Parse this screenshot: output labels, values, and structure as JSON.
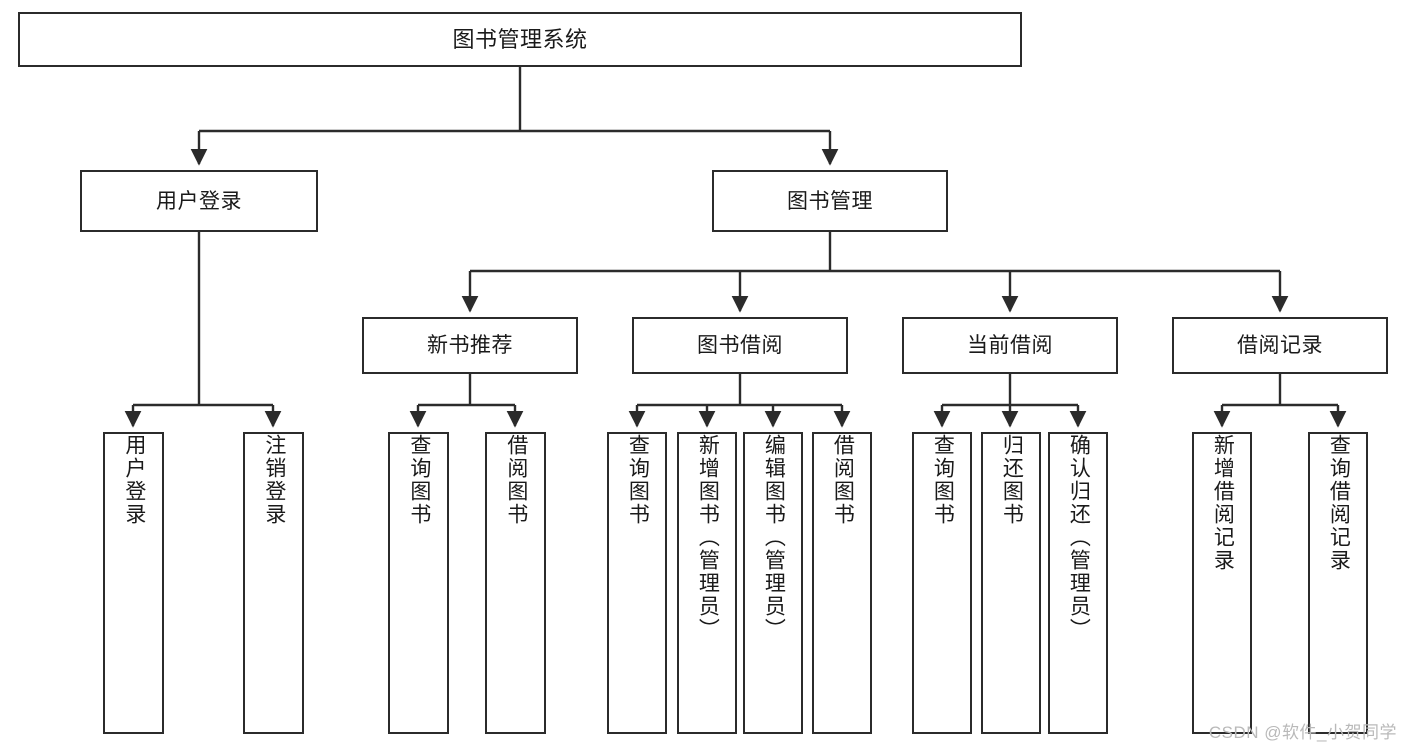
{
  "diagram": {
    "title": "图书管理系统",
    "type": "tree-hierarchy",
    "orientation": "top-down",
    "colors": {
      "box_border": "#2b2b2b",
      "box_fill": "#ffffff",
      "edge": "#2b2b2b",
      "text": "#1a1a1a",
      "watermark": "#b9b9b9",
      "background": "#ffffff"
    }
  },
  "nodes": {
    "root": {
      "label": "图书管理系统"
    },
    "level2": [
      {
        "id": "user-login",
        "label": "用户登录"
      },
      {
        "id": "book-manage",
        "label": "图书管理"
      }
    ],
    "level3": [
      {
        "id": "new-book-recommend",
        "label": "新书推荐"
      },
      {
        "id": "book-borrow",
        "label": "图书借阅"
      },
      {
        "id": "current-borrow",
        "label": "当前借阅"
      },
      {
        "id": "borrow-record",
        "label": "借阅记录"
      }
    ],
    "leaves": {
      "user_login": [
        {
          "id": "leaf-user-login",
          "label": "用户登录"
        },
        {
          "id": "leaf-logout-login",
          "label": "注销登录"
        }
      ],
      "new_book_recommend": [
        {
          "id": "leaf-query-book-1",
          "label": "查询图书"
        },
        {
          "id": "leaf-borrow-book-1",
          "label": "借阅图书"
        }
      ],
      "book_borrow": [
        {
          "id": "leaf-query-book-2",
          "label": "查询图书"
        },
        {
          "id": "leaf-add-book",
          "label": "新增图书（管理员）"
        },
        {
          "id": "leaf-edit-book",
          "label": "编辑图书（管理员）"
        },
        {
          "id": "leaf-borrow-book-2",
          "label": "借阅图书"
        }
      ],
      "current_borrow": [
        {
          "id": "leaf-query-book-3",
          "label": "查询图书"
        },
        {
          "id": "leaf-return-book",
          "label": "归还图书"
        },
        {
          "id": "leaf-confirm-return",
          "label": "确认归还（管理员）"
        }
      ],
      "borrow_record": [
        {
          "id": "leaf-add-record",
          "label": "新增借阅记录"
        },
        {
          "id": "leaf-query-record",
          "label": "查询借阅记录"
        }
      ]
    }
  },
  "watermark": {
    "text": "CSDN @软件_小贺同学"
  }
}
